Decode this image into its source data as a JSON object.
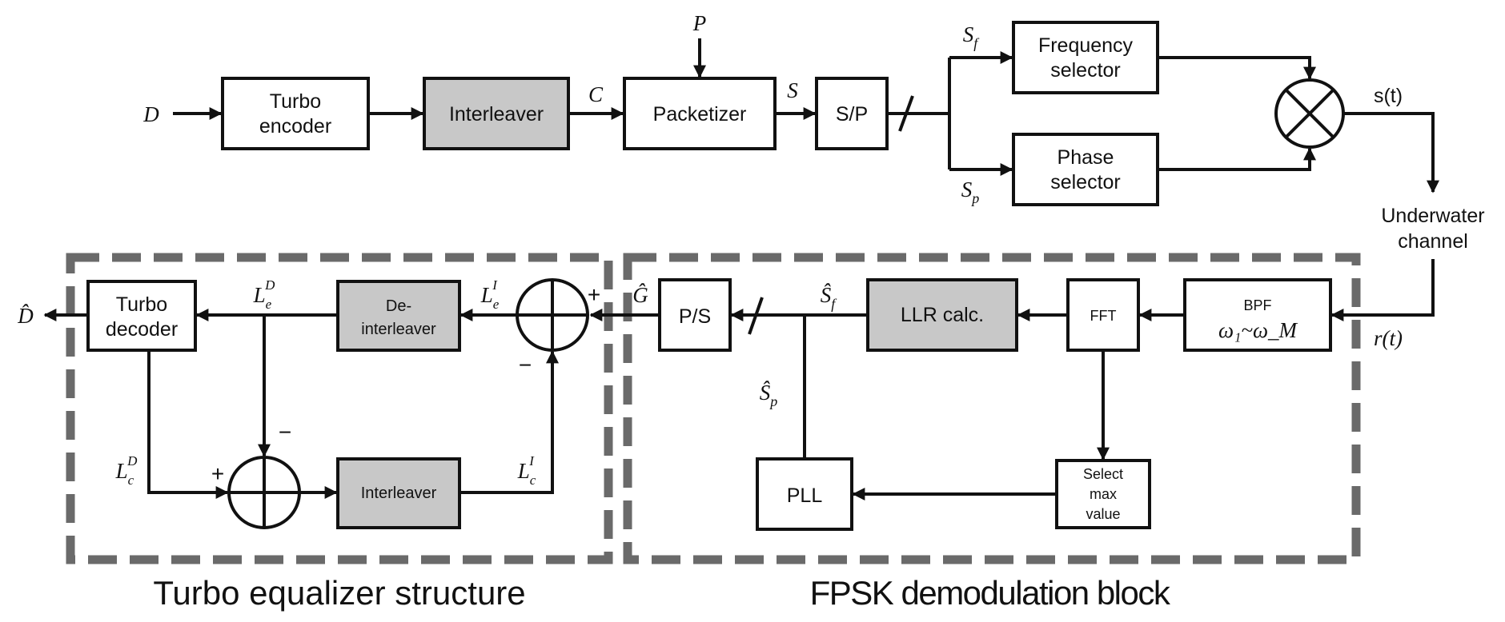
{
  "blocks": {
    "turbo_encoder": [
      "Turbo",
      "encoder"
    ],
    "interleaver_tx": "Interleaver",
    "packetizer": "Packetizer",
    "sp": "S/P",
    "frequency_selector": [
      "Frequency",
      "selector"
    ],
    "phase_selector": [
      "Phase",
      "selector"
    ],
    "underwater_channel": [
      "Underwater",
      "channel"
    ],
    "bpf": "BPF",
    "bpf_range": "ω₁~ω_M",
    "fft": "FFT",
    "llr_calc": "LLR calc.",
    "ps": "P/S",
    "select_max": [
      "Select",
      "max",
      "value"
    ],
    "pll": "PLL",
    "deinterleaver": [
      "De-",
      "interleaver"
    ],
    "interleaver_rx": "Interleaver",
    "turbo_decoder": [
      "Turbo",
      "decoder"
    ]
  },
  "signals": {
    "d_in": "D",
    "c": "C",
    "p": "P",
    "s": "S",
    "sf": "S",
    "sf_sub": "f",
    "sp_sig": "S",
    "sp_sub": "p",
    "st": "s(t)",
    "rt": "r(t)",
    "sf_hat": "Ŝ",
    "sf_hat_sub": "f",
    "sp_hat": "Ŝ",
    "sp_hat_sub": "p",
    "g_hat": "Ĝ",
    "d_hat": "D̂",
    "le_i": "L",
    "le_i_sub": "e",
    "le_i_sup": "I",
    "le_d": "L",
    "le_d_sub": "e",
    "le_d_sup": "D",
    "lc_i": "L",
    "lc_i_sub": "c",
    "lc_i_sup": "I",
    "lc_d": "L",
    "lc_d_sub": "c",
    "lc_d_sup": "D"
  },
  "signs": {
    "plus": "+",
    "minus": "−"
  },
  "captions": {
    "left": "Turbo equalizer structure",
    "right": "FPSK demodulation block"
  }
}
